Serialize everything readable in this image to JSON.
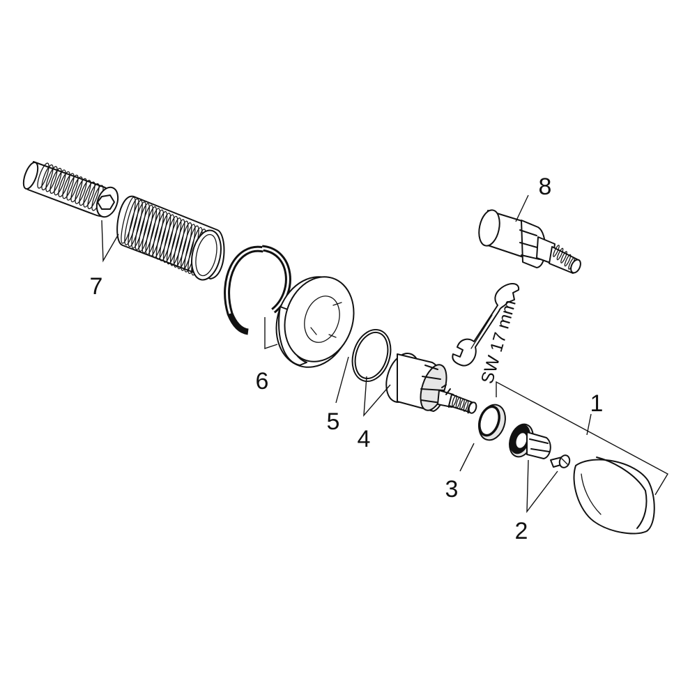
{
  "diagram": {
    "labels": {
      "p1": "1",
      "p2": "2",
      "p3": "3",
      "p4": "4",
      "p5": "5",
      "p6": "6",
      "p7": "7",
      "p8": "8"
    },
    "wrench_label": "SW 17 mm"
  }
}
